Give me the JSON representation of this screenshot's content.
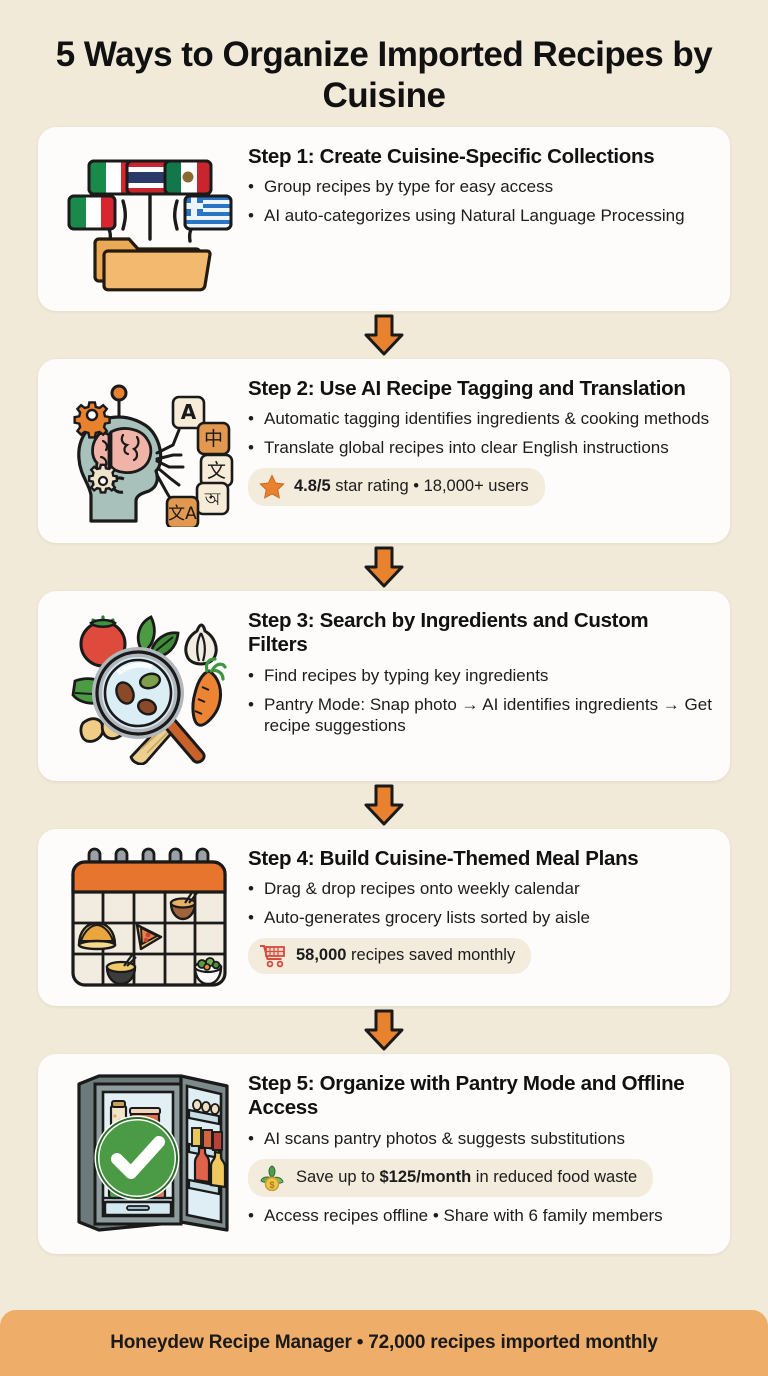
{
  "title": "5 Ways to Organize Imported Recipes by Cuisine",
  "background_color": "#f2ead9",
  "card_color": "#fdfcfa",
  "accent_color": "#e8822e",
  "footer_color": "#eead68",
  "badge_color": "#f3ebdc",
  "steps": [
    {
      "icon_name": "flags-folder-icon",
      "title": "Step 1: Create Cuisine-Specific Collections",
      "bullets": [
        "Group recipes by type for easy access",
        "AI auto-categorizes using Natural Language Processing"
      ],
      "badge": null
    },
    {
      "icon_name": "ai-brain-translation-icon",
      "title": "Step 2: Use AI Recipe Tagging and Translation",
      "bullets": [
        "Automatic tagging identifies ingredients & cooking methods",
        "Translate global recipes into clear English instructions"
      ],
      "badge": {
        "icon_name": "star-icon",
        "text_bold": "4.8/5",
        "text_rest": " star rating • 18,000+ users"
      }
    },
    {
      "icon_name": "magnifier-ingredients-icon",
      "title": "Step 3: Search by Ingredients and Custom Filters",
      "bullets": [
        "Find recipes by typing key ingredients",
        "Pantry Mode: Snap photo → AI identifies ingredients → Get recipe suggestions"
      ],
      "badge": null
    },
    {
      "icon_name": "meal-plan-calendar-icon",
      "title": "Step 4: Build Cuisine-Themed Meal Plans",
      "bullets": [
        "Drag & drop recipes onto weekly calendar",
        "Auto-generates grocery lists sorted by aisle"
      ],
      "badge": {
        "icon_name": "shopping-cart-icon",
        "text_bold": "58,000",
        "text_rest": " recipes saved monthly"
      }
    },
    {
      "icon_name": "refrigerator-check-icon",
      "title": "Step 5: Organize with Pantry Mode and Offline Access",
      "bullets": [
        "AI scans pantry photos & suggests substitutions"
      ],
      "bullets_after": [
        "Access recipes offline • Share with 6 family members"
      ],
      "badge": {
        "icon_name": "money-plant-icon",
        "text_pre": "Save up to ",
        "text_bold": "$125/month",
        "text_rest": " in reduced food waste"
      }
    }
  ],
  "arrows": {
    "icon_name": "arrow-down-icon",
    "count": 4
  },
  "footer": {
    "text": "Honeydew Recipe Manager • 72,000 recipes imported monthly"
  }
}
